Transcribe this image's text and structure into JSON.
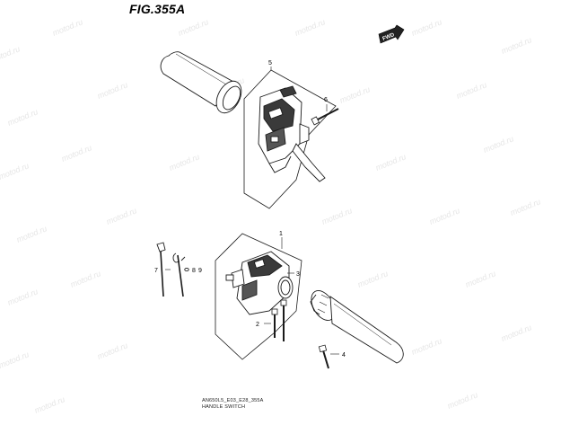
{
  "figure": {
    "title": "FIG.355A",
    "fwd_label": "FWD",
    "watermark": "motod.ru",
    "footer_line1": "AN650L5_E03_E28_355A",
    "footer_line2": "HANDLE SWITCH"
  },
  "callouts": {
    "c1": "1",
    "c2": "2",
    "c3": "3",
    "c4": "4",
    "c5": "5",
    "c6": "6",
    "c7": "7",
    "c8": "8",
    "c9": "9"
  },
  "colors": {
    "line": "#1a1a1a",
    "watermark": "#e9e9e9",
    "part_fill": "#ffffff",
    "switch_dark": "#3a3a3a"
  }
}
